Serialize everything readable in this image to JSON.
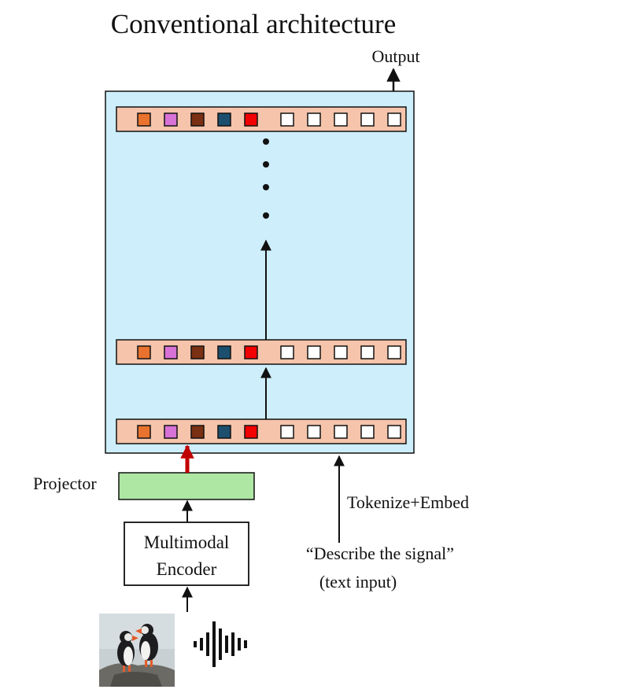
{
  "diagram": {
    "title": "Conventional architecture",
    "output_label": "Output",
    "projector_label": "Projector",
    "encoder_label_line1": "Multimodal",
    "encoder_label_line2": "Encoder",
    "tokenize_label": "Tokenize+Embed",
    "prompt_text": "“Describe the signal”",
    "prompt_note": "(text input)",
    "image_alt": "puffins-photo",
    "audio_alt": "audio-waveform"
  },
  "colors": {
    "title_text": "#111111",
    "transformer_bg": "#cdeefa",
    "token_row_bg": "#f5c4ab",
    "projector_bg": "#aee6a3",
    "projector_arrow": "#c00000",
    "multimodal_tokens": [
      "#e8722e",
      "#d772d6",
      "#7a3012",
      "#1c4f6e",
      "#f20000"
    ],
    "text_token": "#ffffff"
  },
  "token_rows": [
    {
      "name": "token-row-top",
      "multimodal_count": 5,
      "text_count": 5
    },
    {
      "name": "token-row-middle",
      "multimodal_count": 5,
      "text_count": 5
    },
    {
      "name": "token-row-bottom",
      "multimodal_count": 5,
      "text_count": 5
    }
  ]
}
